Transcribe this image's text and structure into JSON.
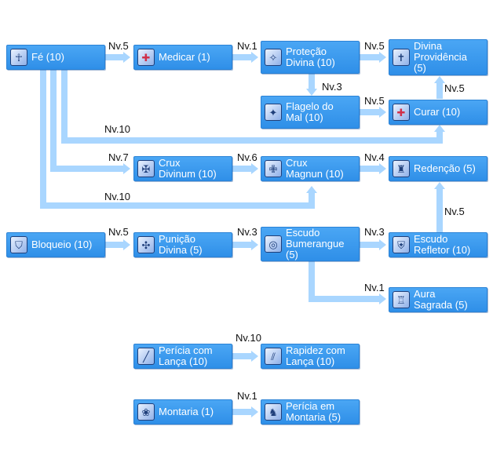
{
  "skills": {
    "fe": {
      "label": "Fé (10)",
      "icon": "faith-icon"
    },
    "medicar": {
      "label": "Medicar (1)",
      "icon": "heart-heal-icon"
    },
    "protecao": {
      "label": "Proteção\nDivina (10)",
      "icon": "divine-protection-icon"
    },
    "providencia": {
      "label": "Divina\nProvidência\n(5)",
      "icon": "cross-icon"
    },
    "flagelo": {
      "label": "Flagelo do\nMal (10)",
      "icon": "demon-bane-icon"
    },
    "curar": {
      "label": "Curar (10)",
      "icon": "heart-heal-icon"
    },
    "cruxdiv": {
      "label": "Crux\nDivinum (10)",
      "icon": "holy-cross-icon"
    },
    "cruxmag": {
      "label": "Crux\nMagnun (10)",
      "icon": "grand-cross-icon"
    },
    "redencao": {
      "label": "Redenção (5)",
      "icon": "sacrifice-icon"
    },
    "bloqueio": {
      "label": "Bloqueio (10)",
      "icon": "guard-icon"
    },
    "punicao": {
      "label": "Punição\nDivina (5)",
      "icon": "shield-charge-icon"
    },
    "escudo": {
      "label": "Escudo\nBumerangue\n(5)",
      "icon": "shield-boomerang-icon"
    },
    "refletor": {
      "label": "Escudo\nRefletor (10)",
      "icon": "reflect-shield-icon"
    },
    "aura": {
      "label": "Aura\nSagrada (5)",
      "icon": "holy-aura-icon"
    },
    "pericialanca": {
      "label": "Perícia com\nLança (10)",
      "icon": "spear-icon"
    },
    "rapidez": {
      "label": "Rapidez com\nLança (10)",
      "icon": "spear-speed-icon"
    },
    "montaria": {
      "label": "Montaria (1)",
      "icon": "peco-icon"
    },
    "periciamontaria": {
      "label": "Perícia em\nMontaria (5)",
      "icon": "cavalier-icon"
    }
  },
  "levels": {
    "fe_medicar": "Nv.5",
    "medicar_protecao": "Nv.1",
    "protecao_providencia": "Nv.5",
    "protecao_flagelo": "Nv.3",
    "flagelo_curar": "Nv.5",
    "curar_providencia": "Nv.5",
    "fe_curar": "Nv.10",
    "fe_cruxdiv": "Nv.7",
    "cruxdiv_cruxmag": "Nv.6",
    "cruxmag_redencao": "Nv.4",
    "fe_cruxmag": "Nv.10",
    "bloqueio_punicao": "Nv.5",
    "punicao_escudo": "Nv.3",
    "escudo_refletor": "Nv.3",
    "refletor_redencao": "Nv.5",
    "escudo_aura": "Nv.1",
    "lanca_rapidez": "Nv.10",
    "montaria_pericia": "Nv.1"
  },
  "colors": {
    "node": "#3b9bee",
    "connector": "#a9d6ff",
    "text": "#ffffff",
    "level_text": "#111111"
  }
}
